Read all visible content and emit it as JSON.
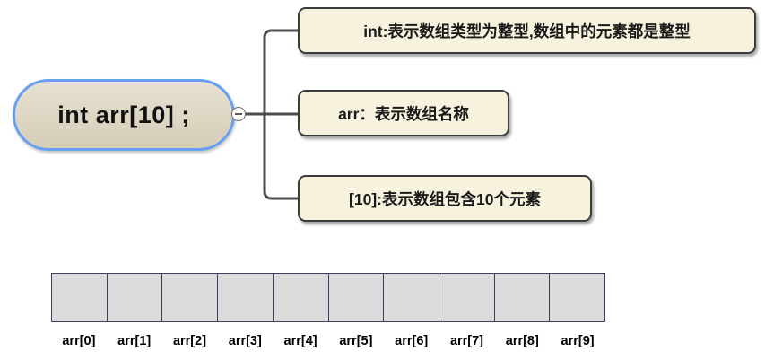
{
  "mindmap": {
    "root": {
      "label": "int arr[10] ;"
    },
    "branches": [
      {
        "label": "int:表示数组类型为整型,数组中的元素都是整型"
      },
      {
        "label": "arr：表示数组名称"
      },
      {
        "label": "[10]:表示数组包含10个元素"
      }
    ],
    "toggle": {
      "state": "expanded",
      "symbol": "minus"
    }
  },
  "array_diagram": {
    "cell_count": 10,
    "labels": [
      "arr[0]",
      "arr[1]",
      "arr[2]",
      "arr[3]",
      "arr[4]",
      "arr[5]",
      "arr[6]",
      "arr[7]",
      "arr[8]",
      "arr[9]"
    ]
  },
  "colors": {
    "root_fill": "#ddd6c3",
    "root_border": "#67a0f2",
    "branch_fill": "#f7f2dd",
    "branch_border": "#3c3c3c",
    "connector": "#4b4b4b",
    "array_cell_fill": "#dcdcdc",
    "array_border": "#3a4164",
    "background": "#ffffff"
  }
}
